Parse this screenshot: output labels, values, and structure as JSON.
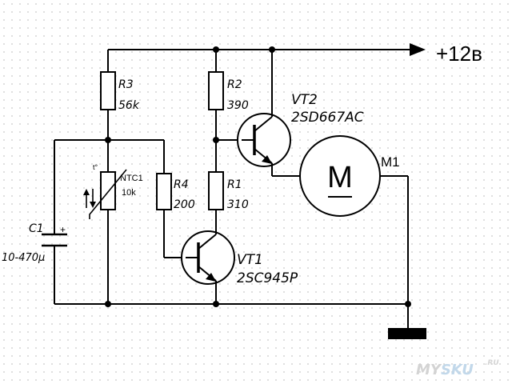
{
  "supply": {
    "label": "+12в"
  },
  "components": {
    "r3": {
      "name": "R3",
      "value": "56k"
    },
    "r2": {
      "name": "R2",
      "value": "390"
    },
    "r1": {
      "name": "R1",
      "value": "310"
    },
    "r4": {
      "name": "R4",
      "value": "200"
    },
    "ntc1": {
      "name": "NTC1",
      "value": "10k"
    },
    "c1": {
      "name": "C1",
      "value": "10-470µ"
    },
    "vt1": {
      "name": "VT1",
      "value": "2SC945P"
    },
    "vt2": {
      "name": "VT2",
      "value": "2SD667AC"
    },
    "m1": {
      "name": "M1",
      "symbol": "M"
    }
  },
  "watermark": {
    "brand": "MY",
    "accent": "SKU",
    "suffix": ".RU"
  },
  "colors": {
    "grid_dot": "#c8c8c8",
    "wire": "#000000",
    "watermark": "#d9d9d9"
  }
}
